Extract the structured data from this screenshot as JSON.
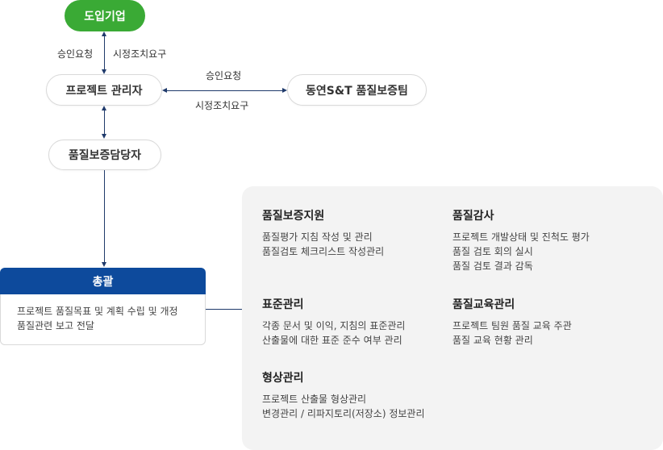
{
  "nodes": {
    "company": "도입기업",
    "pm": "프로젝트 관리자",
    "qa_team": "동연S&T 품질보증팀",
    "qa_officer": "품질보증담당자"
  },
  "edges": {
    "approval_request_left": "승인요청",
    "corrective_action_right": "시정조치요구",
    "approval_request_top": "승인요청",
    "corrective_action_bottom": "시정조치요구"
  },
  "summary": {
    "title": "총괄",
    "lines": [
      "프로젝트 품질목표 및 계획 수립 및 개정",
      "품질관련 보고 전달"
    ]
  },
  "sections": [
    {
      "title": "품질보증지원",
      "lines": [
        "품질평가 지침 작성 및 관리",
        "품질검토 체크리스트 작성관리"
      ]
    },
    {
      "title": "품질감사",
      "lines": [
        "프로젝트 개발상태 및 진척도 평가",
        "품질 검토 회의 실시",
        "품질 검토 결과 감독"
      ]
    },
    {
      "title": "표준관리",
      "lines": [
        "각종 문서 및 이익, 지침의 표준관리",
        "산출물에 대한 표준 준수 여부 관리"
      ]
    },
    {
      "title": "품질교육관리",
      "lines": [
        "프로젝트 팀원 품질 교육 주관",
        "품질 교육 현황 관리"
      ]
    },
    {
      "title": "형상관리",
      "lines": [
        "프로젝트 산출물 형상관리",
        "변경관리 / 리파지토리(저장소) 정보관리"
      ]
    }
  ],
  "colors": {
    "company_pill": "#3aaa35",
    "summary_header": "#0d4a9c",
    "connector": "#1f3a6b",
    "panel_bg": "#f3f3f3"
  }
}
